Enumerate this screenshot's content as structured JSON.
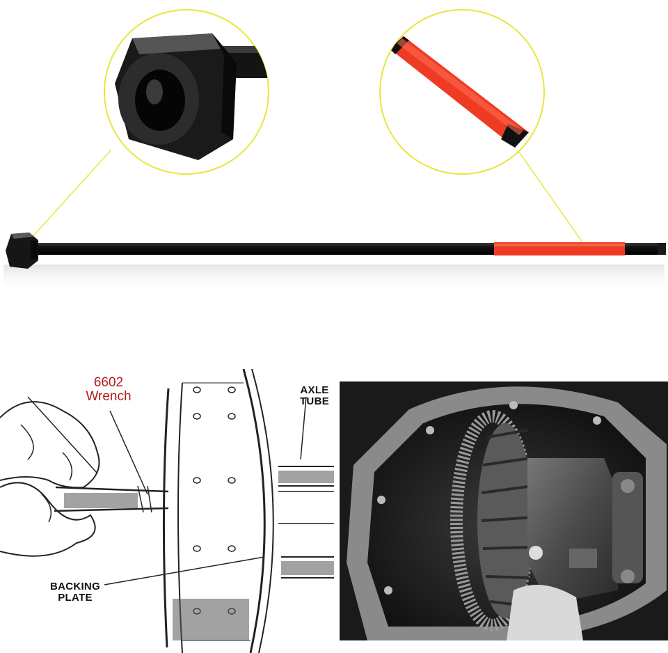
{
  "diagram": {
    "wrench_number": "6602",
    "wrench_word": "Wrench",
    "axle_line1": "AXLE",
    "axle_line2": "TUBE",
    "backing_line1": "BACKING",
    "backing_line2": "PLATE"
  },
  "colors": {
    "callout_line": "#e8e63a",
    "sleeve": "#ee3b23",
    "bar": "#0e0e0e",
    "label_red": "#b31b1b"
  }
}
